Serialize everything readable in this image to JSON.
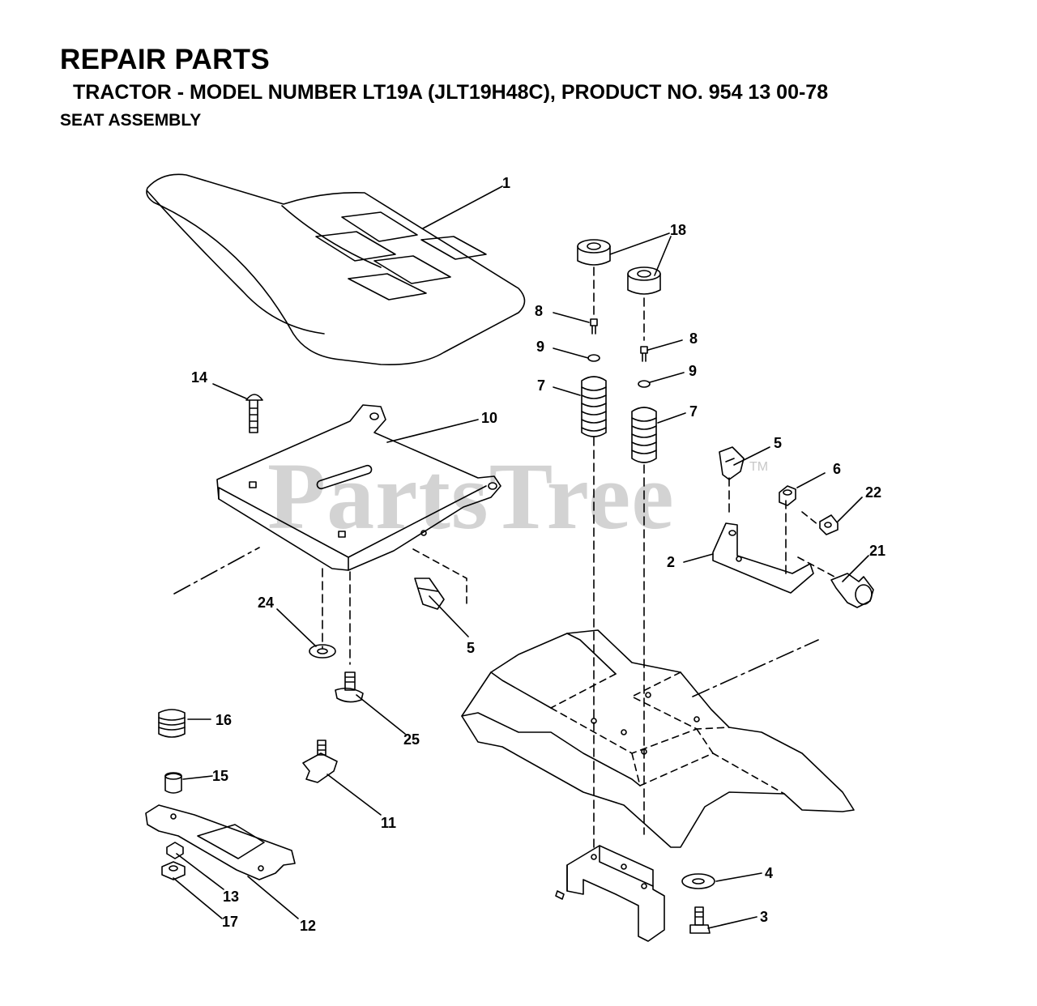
{
  "header": {
    "title": "REPAIR PARTS",
    "model_line": "TRACTOR - MODEL NUMBER LT19A (JLT19H48C), PRODUCT NO. 954 13 00-78",
    "section": "SEAT ASSEMBLY"
  },
  "watermark": {
    "text": "PartsTree",
    "tm": "TM"
  },
  "callouts": {
    "c1": "1",
    "c18": "18",
    "c8a": "8",
    "c8b": "8",
    "c9a": "9",
    "c9b": "9",
    "c7a": "7",
    "c7b": "7",
    "c14": "14",
    "c10": "10",
    "c5a": "5",
    "c5b": "5",
    "c6": "6",
    "c22": "22",
    "c2": "2",
    "c21": "21",
    "c24": "24",
    "c16": "16",
    "c25": "25",
    "c15": "15",
    "c11": "11",
    "c13": "13",
    "c17": "17",
    "c12": "12",
    "c4": "4",
    "c3": "3"
  }
}
